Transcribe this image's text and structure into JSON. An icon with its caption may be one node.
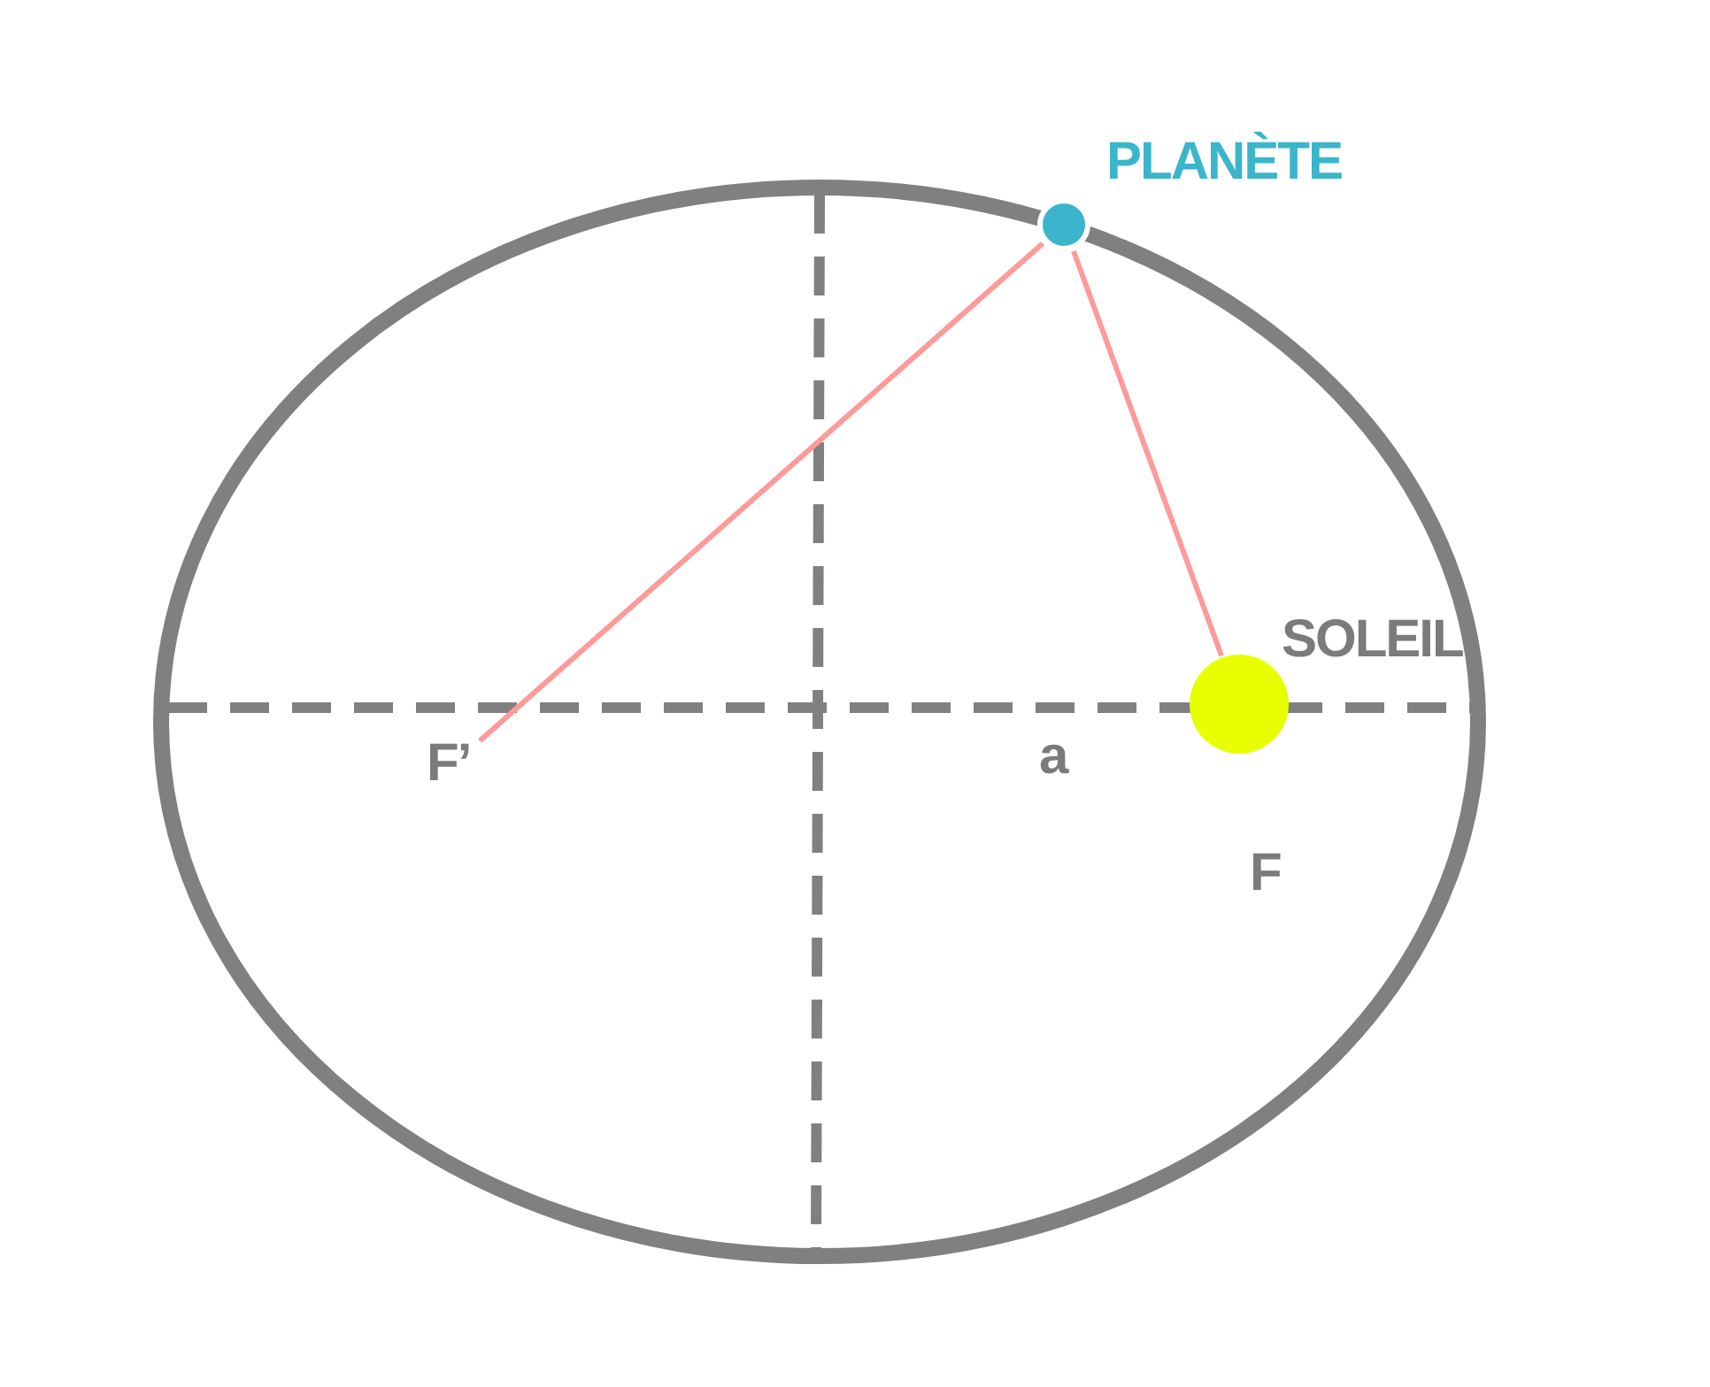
{
  "diagram": {
    "nodes": [
      {
        "text": [],
        "shape": "circle",
        "beside": [
          "PLANÈTE"
        ]
      },
      {
        "text": [],
        "shape": "circle",
        "beside": [
          "SOLEIL"
        ]
      },
      {
        "text": [
          "F’"
        ]
      }
    ],
    "edges": [
      {
        "from": 0,
        "to": 2,
        "arrow": "none"
      },
      {
        "from": 0,
        "to": 1,
        "arrow": "none"
      }
    ],
    "labels": [
      "a",
      "F"
    ]
  }
}
